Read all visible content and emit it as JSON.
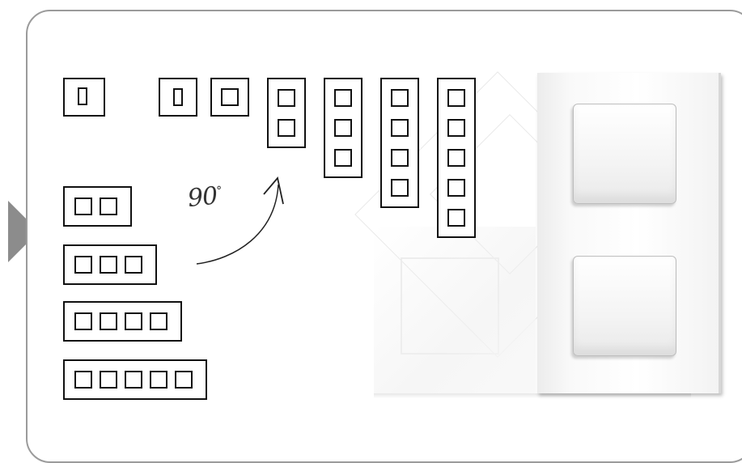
{
  "diagram": {
    "rotation_label": "90",
    "rotation_degree_mark": "°",
    "horizontal_frames": [
      1,
      2,
      3,
      4,
      5
    ],
    "vertical_frames": [
      1,
      1,
      2,
      3,
      4,
      5
    ],
    "photo": {
      "description_icon": "double-light-switch",
      "switch_count": 2
    },
    "colors": {
      "frame_stroke": "#111111",
      "panel_border": "#9b9b9b",
      "pointer": "#8c8c8c"
    }
  }
}
